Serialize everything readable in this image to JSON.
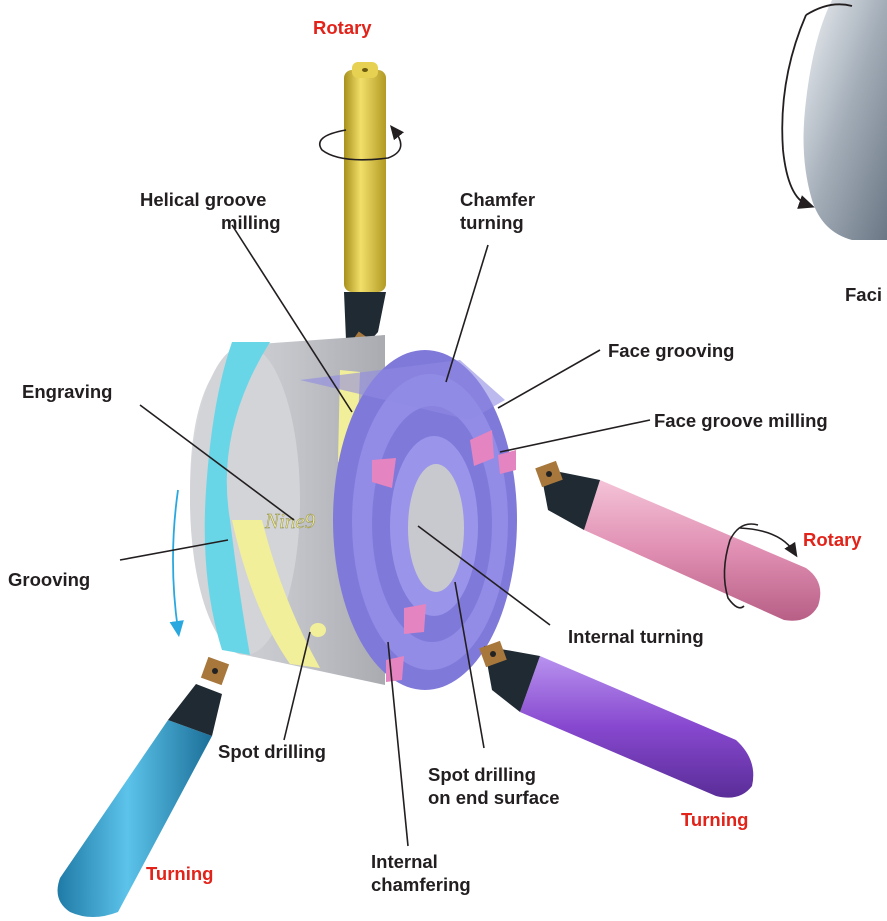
{
  "labels": {
    "rotary_top": "Rotary",
    "rotary_right": "Rotary",
    "turning_bottom_left": "Turning",
    "turning_bottom_right": "Turning",
    "helical_groove_milling": [
      "Helical groove",
      "milling"
    ],
    "chamfer_turning": [
      "Chamfer",
      "turning"
    ],
    "face_grooving": "Face grooving",
    "face_groove_milling": "Face groove milling",
    "facing_partial": "Faci",
    "engraving": "Engraving",
    "grooving": "Grooving",
    "internal_turning": "Internal turning",
    "spot_drilling": "Spot drilling",
    "spot_drilling_end_surface": [
      "Spot drilling",
      "on end surface"
    ],
    "internal_chamfering": [
      "Internal",
      "chamfering"
    ]
  },
  "workpiece_engraving": "Nine9",
  "colors": {
    "label_text": "#231f20",
    "accent_red": "#e2231a",
    "workpiece_gray": "#c9cbd1",
    "face_purple": "#8a85e0",
    "groove_cyan": "#5fd3e6",
    "helical_yellow": "#f2ef9a",
    "tool_gold": "#d9c23c",
    "tool_pink": "#e48fb4",
    "tool_violet": "#8a4fd0",
    "tool_blue": "#2f9fd0",
    "insert_bronze": "#b07a3a"
  }
}
